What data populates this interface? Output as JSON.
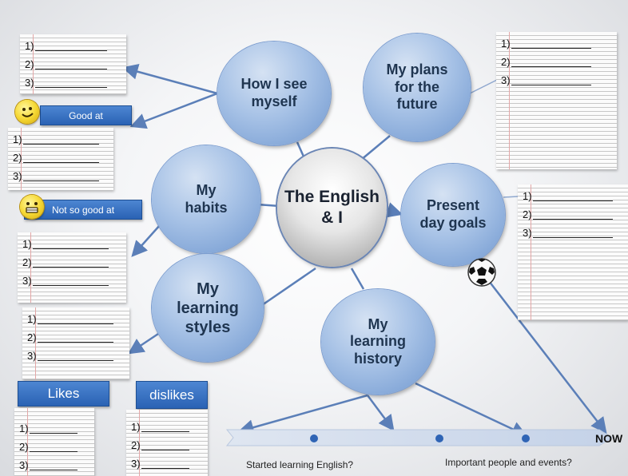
{
  "center": {
    "label_line1": "The English",
    "label_line2": "& I"
  },
  "bubbles": {
    "how_i_see": {
      "line1": "How I see",
      "line2": "myself"
    },
    "plans": {
      "line1": "My plans",
      "line2": "for the",
      "line3": "future"
    },
    "habits": {
      "line1": "My",
      "line2": "habits"
    },
    "present": {
      "line1": "Present",
      "line2": "day goals"
    },
    "styles": {
      "line1": "My",
      "line2": "learning",
      "line3": "styles"
    },
    "history": {
      "line1": "My",
      "line2": "learning",
      "line3": "history"
    }
  },
  "labels": {
    "good_at": "Good at",
    "not_so_good_at": "Not so good at",
    "likes": "Likes",
    "dislikes": "dislikes"
  },
  "list_numbers": [
    "1)",
    "2)",
    "3)"
  ],
  "timeline": {
    "now": "NOW",
    "started": "Started learning English?",
    "important": "Important people and events?"
  },
  "icons": {
    "good_at": "smiley-icon",
    "not_so_good_at": "grimace-icon",
    "goal": "soccer-ball-icon"
  },
  "colors": {
    "bubble": "#a7c2e6",
    "bubble_text": "#1f3550",
    "label_bar": "#3a73c4",
    "connector": "#5b7fb8"
  }
}
